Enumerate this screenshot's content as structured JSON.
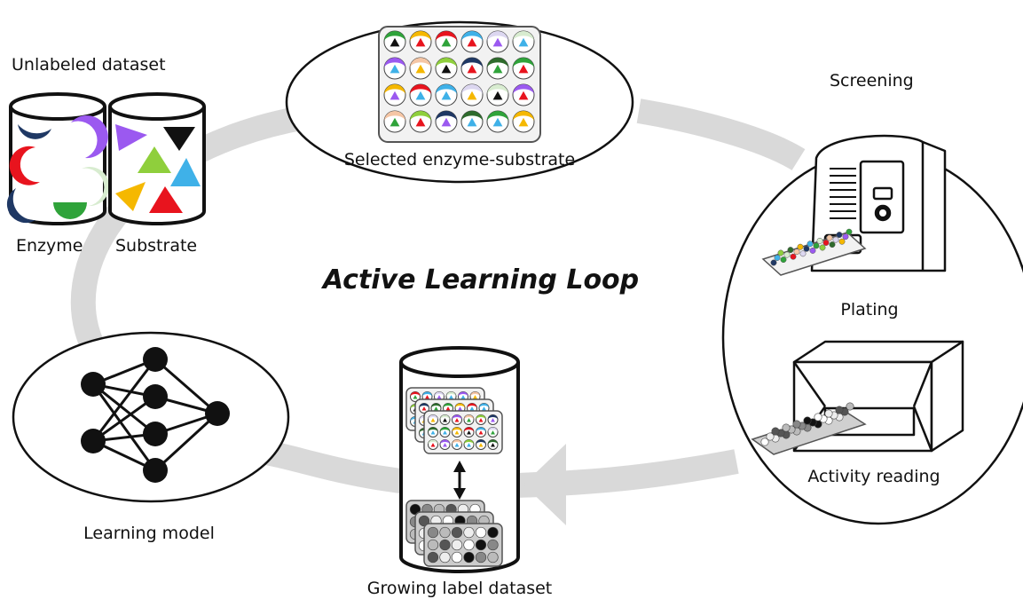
{
  "title": "Active Learning Loop",
  "labels": {
    "unlabeled_dataset": "Unlabeled dataset",
    "enzyme": "Enzyme",
    "substrate": "Substrate",
    "selected_pairs": "Selected enzyme-substrate",
    "screening": "Screening",
    "plating": "Plating",
    "activity_reading": "Activity reading",
    "learning_model": "Learning model",
    "growing_dataset": "Growing label dataset"
  },
  "colors": {
    "loop_arrow": "#d9d9d9",
    "outline": "#111111",
    "navy": "#1f3864",
    "purple": "#9b59f0",
    "red": "#e8141e",
    "sky": "#3fb1e8",
    "peach": "#f5c6a5",
    "green": "#2fa33a",
    "lightgreen": "#d8ecd0",
    "yellow": "#f5b800",
    "lime": "#8fcf3c",
    "black": "#111111",
    "darkgreen": "#2e6b2c",
    "lavender": "#dcd7f0"
  }
}
